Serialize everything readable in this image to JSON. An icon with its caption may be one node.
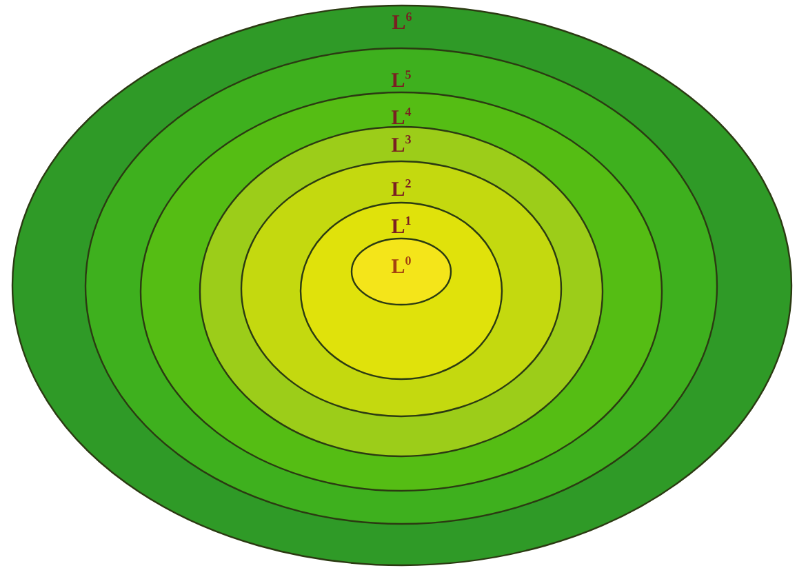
{
  "diagram": {
    "nodes": [
      {
        "text": [
          "L$^{6}$"
        ]
      },
      {
        "text": [
          "L$^{5}$"
        ],
        "in": 0
      },
      {
        "text": [
          "L$^{4}$"
        ],
        "in": 1
      },
      {
        "text": [
          "L$^{3}$"
        ],
        "in": 2
      },
      {
        "text": [
          "L$^{2}$"
        ],
        "in": 3
      },
      {
        "text": [
          "L$^{1}$"
        ],
        "in": 4
      },
      {
        "text": [
          "L$^{0}$"
        ],
        "in": 5
      }
    ]
  }
}
